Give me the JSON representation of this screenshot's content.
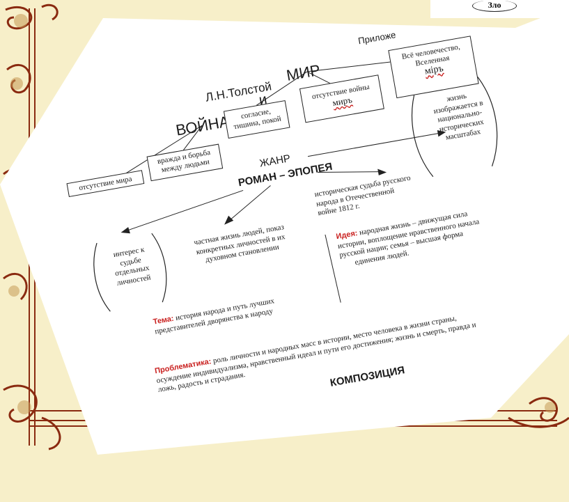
{
  "header": {
    "appendix": "Приложе",
    "zlo": "Зло"
  },
  "diagram": {
    "author": "Л.Н.Толстой",
    "title_war": "ВОЙНА",
    "title_and": "и",
    "title_peace": "МИР",
    "boxes": {
      "no_peace": "отсутствие мира",
      "enmity": [
        "вражда и борьба",
        "между людьми"
      ],
      "harmony": [
        "согласие,",
        "тишина, покой"
      ],
      "no_war": [
        "отсутствие войны",
        "миръ"
      ],
      "humanity": [
        "Всё человечество,",
        "Вселенная",
        "мiръ"
      ]
    },
    "genre_label": "ЖАНР",
    "genre": "РОМАН – ЭПОПЕЯ",
    "life_scale": [
      "жизнь",
      "изображается в",
      "национально-",
      "исторических",
      "масштабах"
    ],
    "interest_fate": [
      "интерес к",
      "судьбе",
      "отдельных",
      "личностей"
    ],
    "private_life": [
      "частная жизнь людей, показ",
      "конкретных личностей в их",
      "духовном становлении"
    ],
    "historical_fate": [
      "историческая судьба русского",
      "народа в Отечественной",
      "войне 1812 г."
    ],
    "idea_label": "Идея:",
    "idea_text": [
      "народная жизнь – движущая сила",
      "истории, воплощение нравственного начала",
      "русской нации; семья – высшая форма",
      "единения людей."
    ],
    "theme_label": "Тема:",
    "theme_text": [
      "история народа и путь лучших",
      "представителей дворянства к народу"
    ],
    "problem_label": "Проблематика:",
    "problem_text": [
      "роль личности и народных масс в истории, место человека в жизни страны,",
      "осуждение индивидуализма, нравственный идеал и пути его достижения; жизнь и смерть, правда и",
      "ложь, радость и страдания."
    ],
    "composition": "КОМПОЗИЦИЯ"
  },
  "colors": {
    "accent_red": "#c9201f",
    "accent_blue": "#1530c8",
    "frame_brown": "#8a2a10",
    "background": "#f7efc9"
  }
}
